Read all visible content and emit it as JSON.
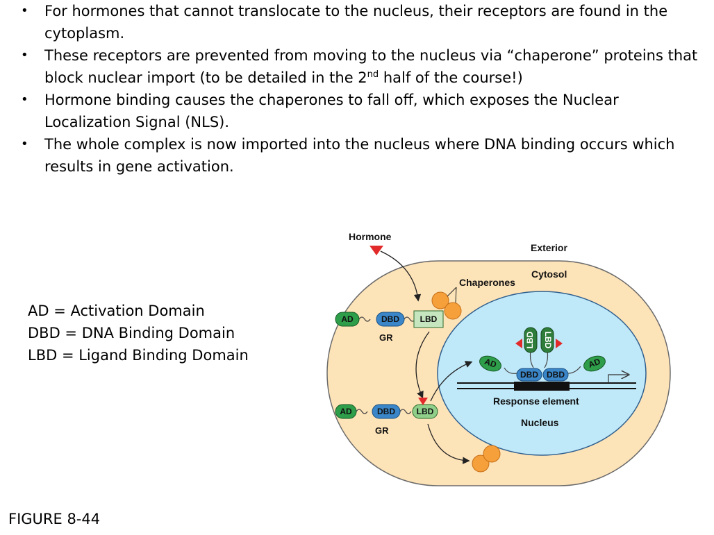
{
  "bullets": [
    {
      "text": "For hormones that cannot translocate to the nucleus, their receptors are found in the cytoplasm."
    },
    {
      "pre": "These receptors are prevented from moving to the nucleus via “chaperone” proteins that block nuclear import (to be detailed in the 2",
      "sup": "nd",
      "post": " half of the course!)"
    },
    {
      "text": "Hormone binding causes the chaperones to fall off, which exposes the Nuclear Localization Signal (NLS)."
    },
    {
      "text": "The whole complex is now imported into the nucleus where DNA binding occurs which results in gene activation."
    }
  ],
  "legend": [
    "AD = Activation Domain",
    "DBD = DNA Binding Domain",
    "LBD = Ligand Binding Domain"
  ],
  "figure_label": "FIGURE 8-44",
  "diagram": {
    "hormone": "Hormone",
    "exterior": "Exterior",
    "cytosol": "Cytosol",
    "chaperones": "Chaperones",
    "ad": "AD",
    "dbd": "DBD",
    "lbd": "LBD",
    "gr_top": "GR",
    "gr_bottom": "GR",
    "response_element": "Response element",
    "nucleus": "Nucleus",
    "colors": {
      "cell_fill": "#fde3b8",
      "nucleus_fill": "#bfe8f8",
      "ad_green": "#2e9e4a",
      "dbd_blue": "#3a86c8",
      "lbd_green": "#8fcf8a",
      "hormone_red": "#e22a2a",
      "chaperone_orange": "#f5a03a"
    }
  }
}
